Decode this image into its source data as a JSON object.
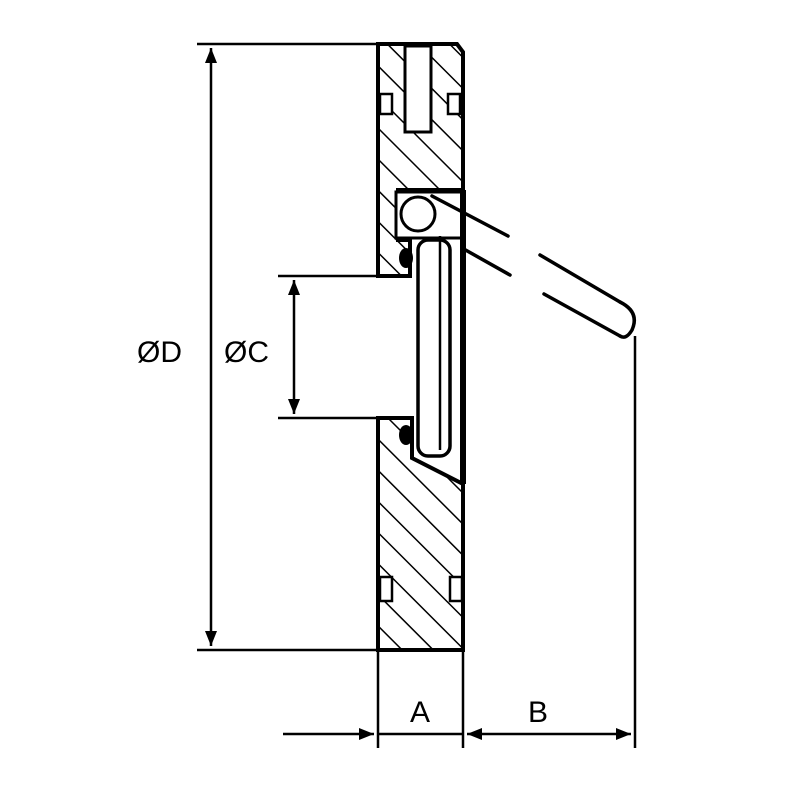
{
  "drawing": {
    "type": "cross-section",
    "subject": "wafer check valve",
    "line_color": "#000000",
    "background": "#ffffff"
  },
  "dimensions": {
    "outer_diameter": {
      "label": "ØD"
    },
    "bore_diameter": {
      "label": "ØC"
    },
    "body_width": {
      "label": "A"
    },
    "disc_swing": {
      "label": "B"
    }
  }
}
